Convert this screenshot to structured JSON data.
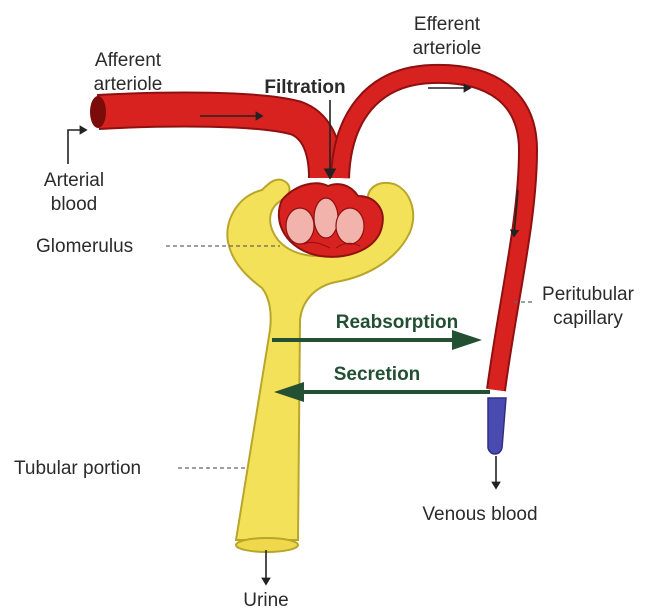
{
  "labels": {
    "afferent_1": "Afferent",
    "afferent_2": "arteriole",
    "efferent_1": "Efferent",
    "efferent_2": "arteriole",
    "filtration": "Filtration",
    "arterial_1": "Arterial",
    "arterial_2": "blood",
    "glomerulus": "Glomerulus",
    "peritubular_1": "Peritubular",
    "peritubular_2": "capillary",
    "reabsorption": "Reabsorption",
    "secretion": "Secretion",
    "tubular": "Tubular portion",
    "venous": "Venous blood",
    "urine": "Urine"
  },
  "colors": {
    "artery_red": "#d8221f",
    "artery_dark": "#8f1010",
    "tubule_yellow": "#f3e15a",
    "tubule_outline": "#b9a52a",
    "vein_blue": "#4a4bb0",
    "arrow_green": "#234f33",
    "glomerulus_pink": "#f2b3ad"
  }
}
